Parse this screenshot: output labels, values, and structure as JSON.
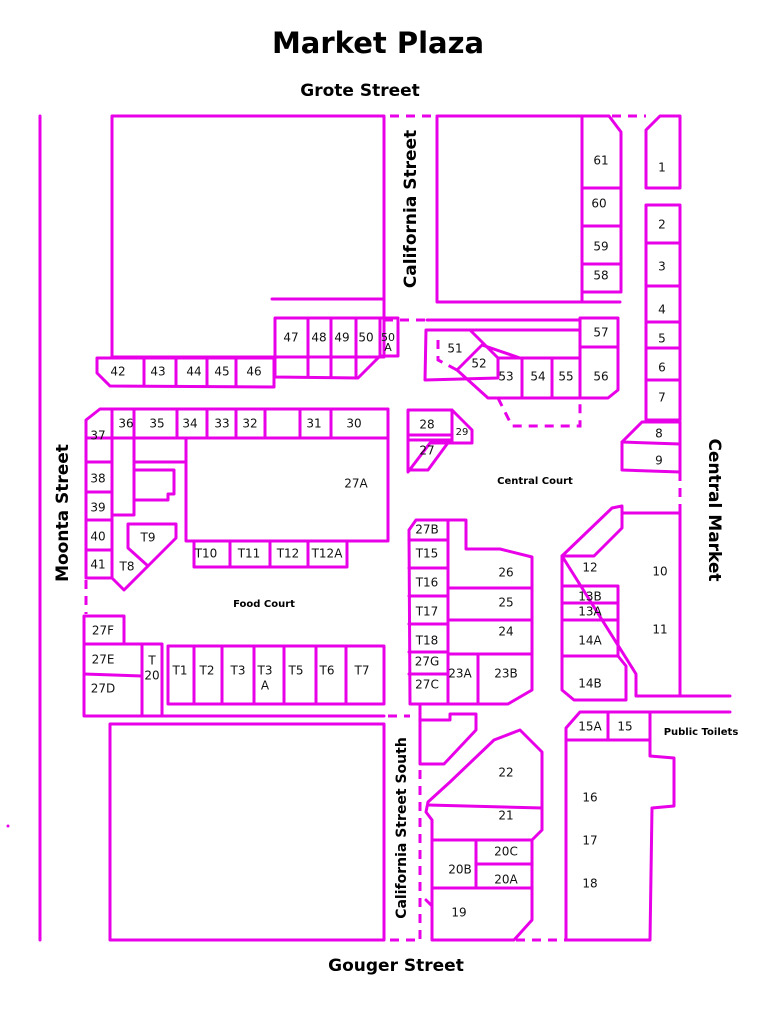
{
  "title": "Market Plaza",
  "streets": {
    "north": "Grote Street",
    "south": "Gouger Street",
    "west": "Moonta Street",
    "east": "Central Market",
    "cal_north": "California Street",
    "cal_south": "California Street South"
  },
  "areas": {
    "central_court": "Central Court",
    "food_court": "Food Court",
    "toilets": "Public Toilets"
  },
  "shops": {
    "s1": "1",
    "s2": "2",
    "s3": "3",
    "s4": "4",
    "s5": "5",
    "s6": "6",
    "s7": "7",
    "s8": "8",
    "s9": "9",
    "s10": "10",
    "s11": "11",
    "s12": "12",
    "s13b": "13B",
    "s13a": "13A",
    "s14a": "14A",
    "s14b": "14B",
    "s15a": "15A",
    "s15": "15",
    "s16": "16",
    "s17": "17",
    "s18": "18",
    "s19": "19",
    "s20a": "20A",
    "s20b": "20B",
    "s20c": "20C",
    "s21": "21",
    "s22": "22",
    "s23a": "23A",
    "s23b": "23B",
    "s24": "24",
    "s25": "25",
    "s26": "26",
    "s27": "27",
    "s27a": "27A",
    "s27b": "27B",
    "s27c": "27C",
    "s27d": "27D",
    "s27e": "27E",
    "s27f": "27F",
    "s27g": "27G",
    "s28": "28",
    "s29": "29",
    "s30": "30",
    "s31": "31",
    "s32": "32",
    "s33": "33",
    "s34": "34",
    "s35": "35",
    "s36": "36",
    "s37": "37",
    "s38": "38",
    "s39": "39",
    "s40": "40",
    "s41": "41",
    "s42": "42",
    "s43": "43",
    "s44": "44",
    "s45": "45",
    "s46": "46",
    "s47": "47",
    "s48": "48",
    "s49": "49",
    "s50": "50",
    "s50a_1": "50",
    "s50a_2": "A",
    "s51": "51",
    "s52": "52",
    "s53": "53",
    "s54": "54",
    "s55": "55",
    "s56": "56",
    "s57": "57",
    "s58": "58",
    "s59": "59",
    "s60": "60",
    "s61": "61",
    "t1": "T1",
    "t2": "T2",
    "t3": "T3",
    "t3a_1": "T3",
    "t3a_2": "A",
    "t5": "T5",
    "t6": "T6",
    "t7": "T7",
    "t8": "T8",
    "t9": "T9",
    "t10": "T10",
    "t11": "T11",
    "t12": "T12",
    "t12a": "T12A",
    "t15": "T15",
    "t16": "T16",
    "t17": "T17",
    "t18": "T18",
    "t20_1": "T",
    "t20_2": "20"
  },
  "colors": {
    "outline": "#e800e8",
    "text": "#111111",
    "background": "#ffffff"
  }
}
